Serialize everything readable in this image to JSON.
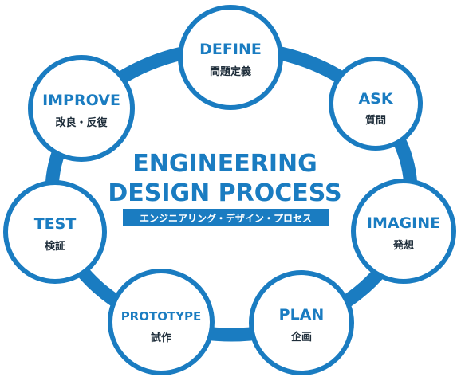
{
  "title": {
    "line1": "ENGINEERING",
    "line2": "DESIGN PROCESS",
    "subtitle": "エンジニアリング・デザイン・プロセス"
  },
  "steps": [
    {
      "en": "DEFINE",
      "jp": "問題定義"
    },
    {
      "en": "ASK",
      "jp": "質問"
    },
    {
      "en": "IMAGINE",
      "jp": "発想"
    },
    {
      "en": "PLAN",
      "jp": "企画"
    },
    {
      "en": "PROTOTYPE",
      "jp": "試作"
    },
    {
      "en": "TEST",
      "jp": "検証"
    },
    {
      "en": "IMPROVE",
      "jp": "改良・反復"
    }
  ],
  "colors": {
    "primary": "#1a7cc1",
    "text_dark": "#1e2d3a",
    "white": "#ffffff"
  }
}
